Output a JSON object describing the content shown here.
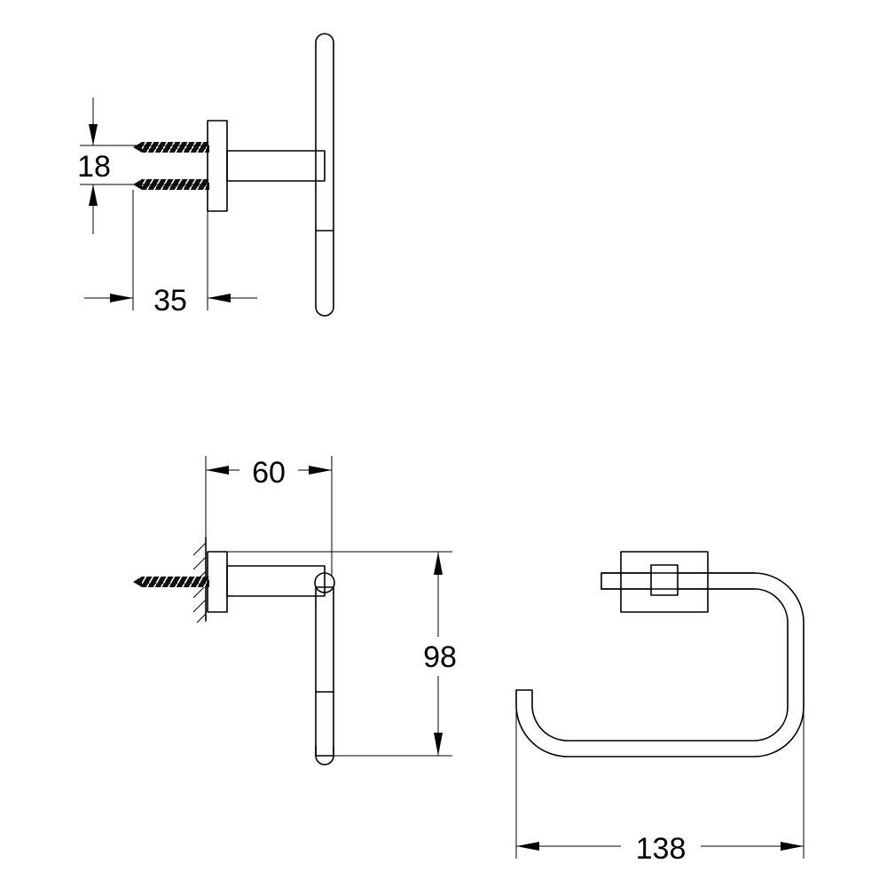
{
  "dimensions": {
    "top_spacing": "18",
    "top_depth": "35",
    "bottom_width": "60",
    "bottom_height": "98",
    "front_width": "138"
  }
}
